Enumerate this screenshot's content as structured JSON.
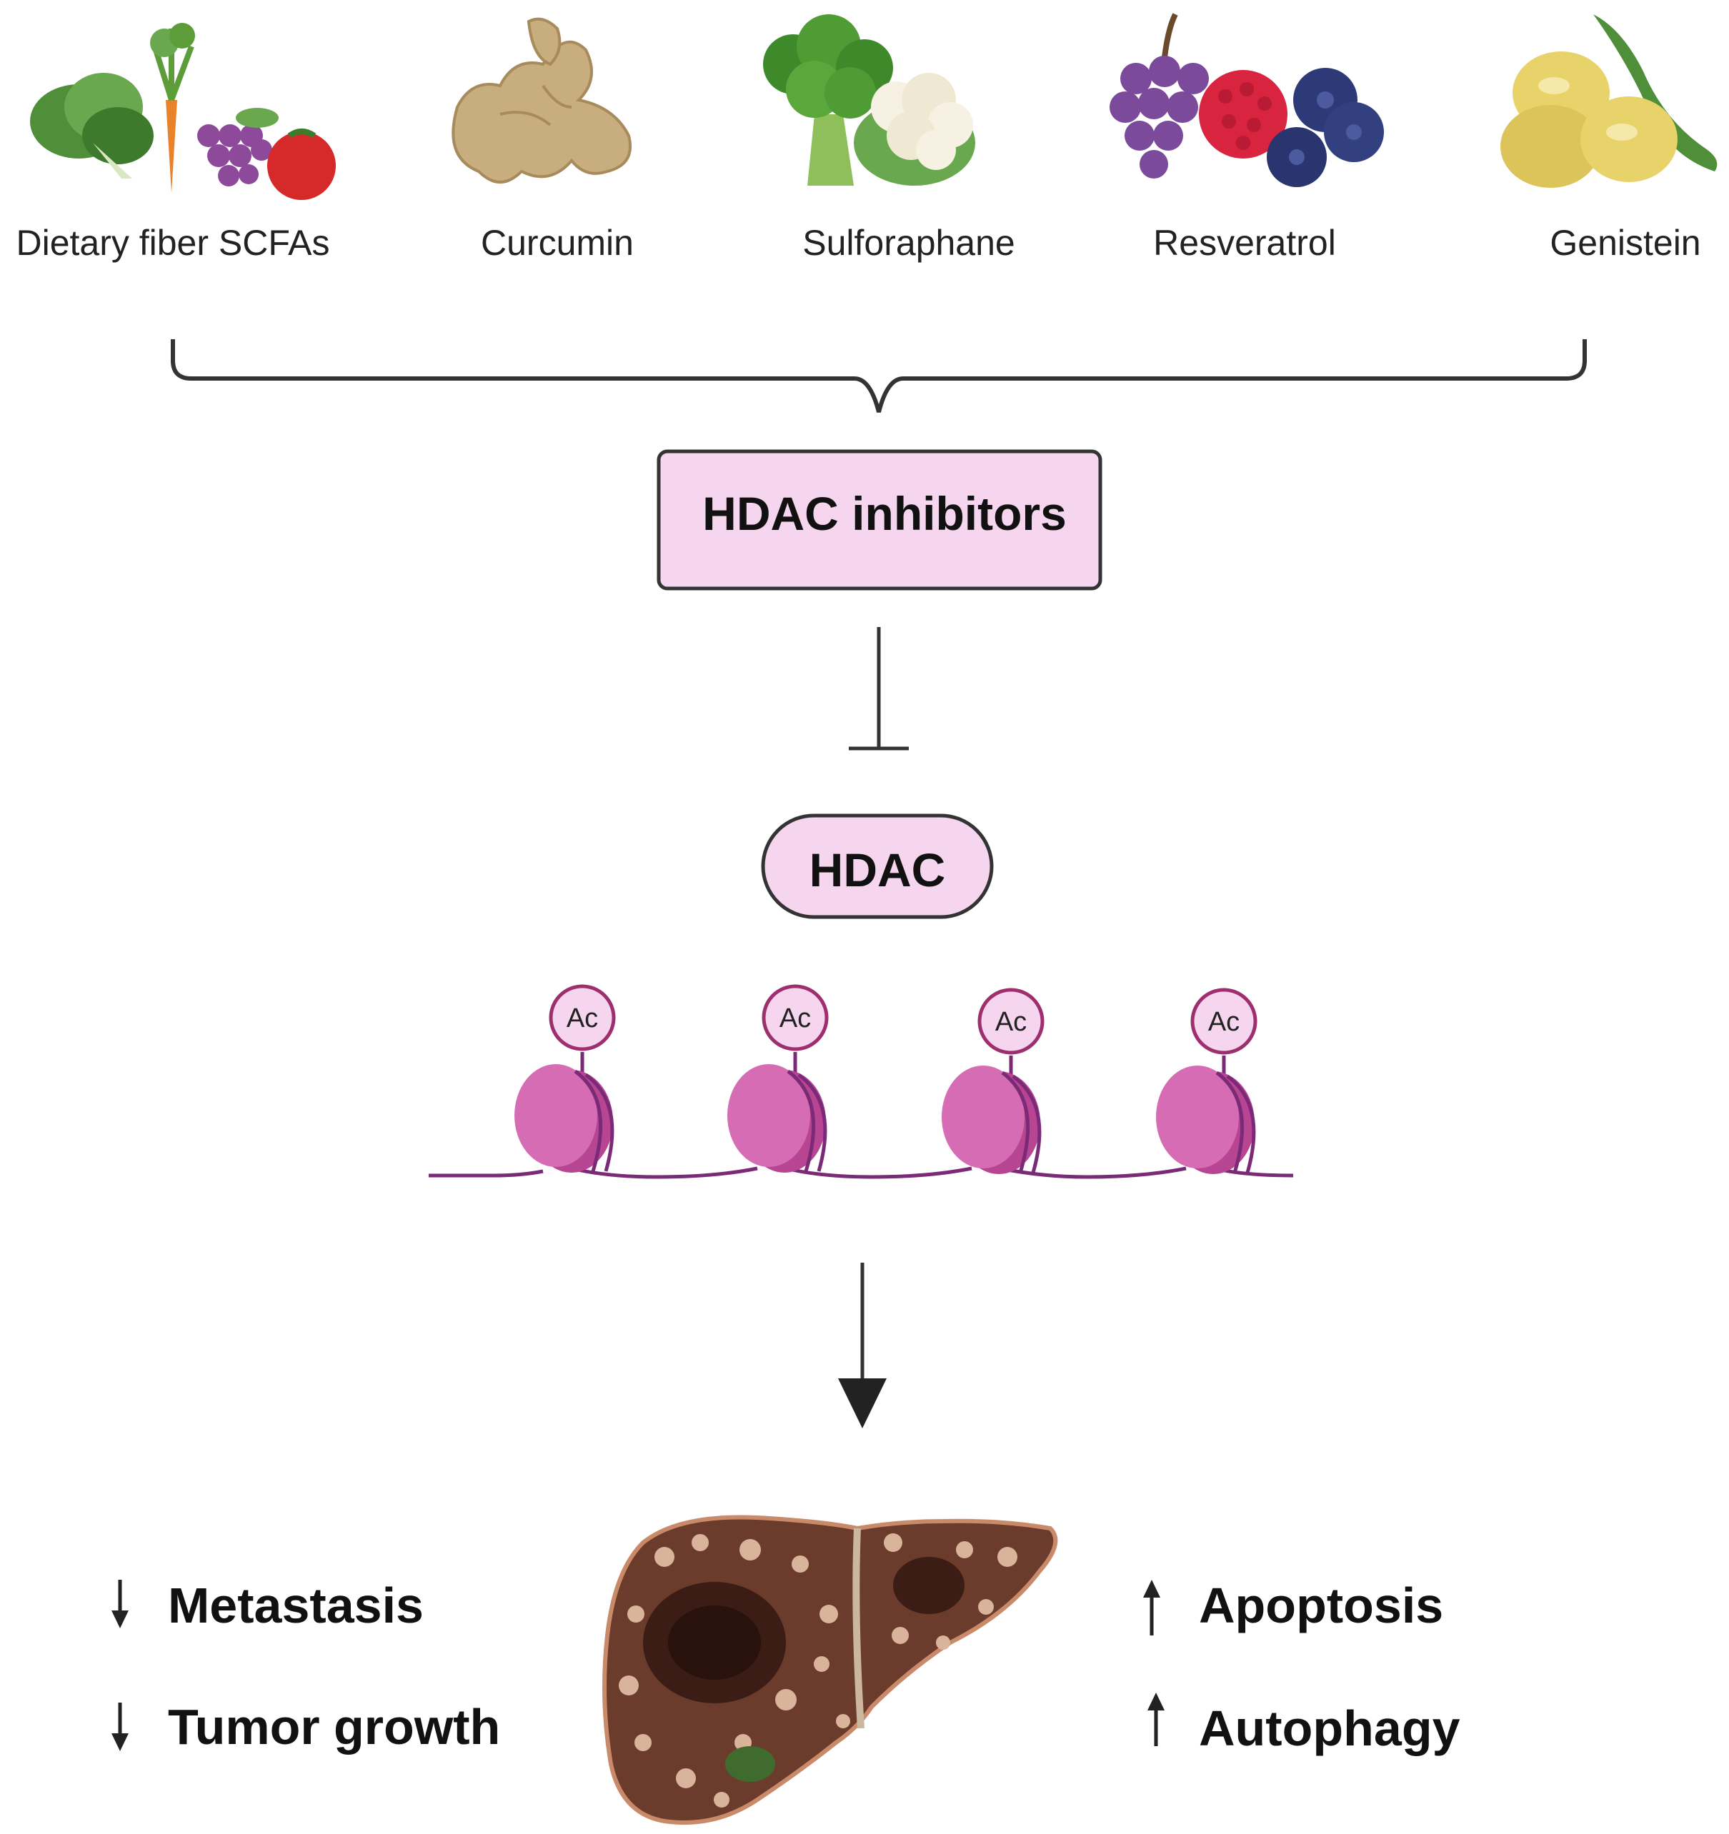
{
  "foods": [
    {
      "label": "Dietary fiber SCFAs",
      "icon": "vegetables-fruit-icon"
    },
    {
      "label": "Curcumin",
      "icon": "ginger-root-icon"
    },
    {
      "label": "Sulforaphane",
      "icon": "broccoli-cauliflower-icon"
    },
    {
      "label": "Resveratrol",
      "icon": "berries-grapes-icon"
    },
    {
      "label": "Genistein",
      "icon": "soybean-icon"
    }
  ],
  "inhibitor_box": {
    "label": "HDAC inhibitors"
  },
  "hdac_pill": {
    "label": "HDAC"
  },
  "acetyl_tags": [
    "Ac",
    "Ac",
    "Ac",
    "Ac"
  ],
  "outcomes_down": [
    "Metastasis",
    "Tumor growth"
  ],
  "outcomes_up": [
    "Apoptosis",
    "Autophagy"
  ],
  "colors": {
    "box_fill": "#f6d5ee",
    "nucleosome": "#c9539e",
    "dna_strand": "#7a2a76",
    "liver": "#6b3b2c"
  }
}
